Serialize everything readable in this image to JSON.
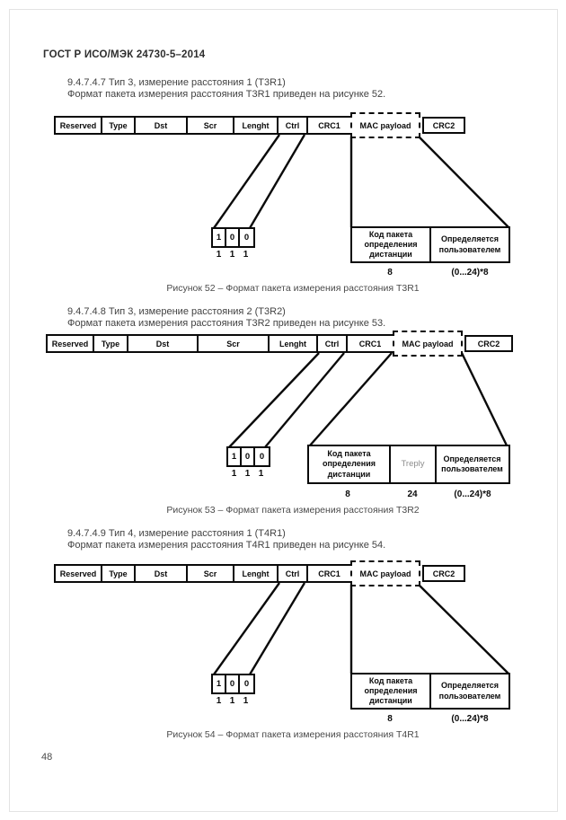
{
  "page": {
    "header": "ГОСТ Р ИСО/МЭК 24730-5–2014",
    "page_number": "48"
  },
  "sections": [
    {
      "heading": "9.4.7.4.7 Тип 3, измерение расстояния 1 (T3R1)",
      "subheading": "Формат пакета измерения расстояния T3R1 приведен на рисунке 52.",
      "fields": [
        "Reserved",
        "Type",
        "Dst",
        "Scr",
        "Lenght",
        "Ctrl",
        "CRC1"
      ],
      "mac_label": "MAC payload",
      "crc2_label": "CRC2",
      "ctrl_bits": [
        "1",
        "0",
        "0"
      ],
      "ctrl_bit_widths": [
        "1",
        "1",
        "1"
      ],
      "payload_cells": [
        "Код пакета определения дистанции",
        "Определяется пользователем"
      ],
      "payload_sizes": [
        "8",
        "(0...24)*8"
      ],
      "caption": "Рисунок 52 – Формат пакета измерения расстояния T3R1"
    },
    {
      "heading": "9.4.7.4.8 Тип 3, измерение расстояния 2 (T3R2)",
      "subheading": "Формат пакета измерения расстояния T3R2 приведен на рисунке 53.",
      "fields": [
        "Reserved",
        "Type",
        "Dst",
        "Scr",
        "Lenght",
        "Ctrl",
        "CRC1"
      ],
      "mac_label": "MAC payload",
      "crc2_label": "CRC2",
      "ctrl_bits": [
        "1",
        "0",
        "0"
      ],
      "ctrl_bit_widths": [
        "1",
        "1",
        "1"
      ],
      "payload_cells": [
        "Код пакета определения дистанции",
        "Treply",
        "Определяется пользователем"
      ],
      "payload_sizes": [
        "8",
        "24",
        "(0...24)*8"
      ],
      "caption": "Рисунок 53 – Формат пакета измерения расстояния T3R2"
    },
    {
      "heading": "9.4.7.4.9 Тип 4, измерение расстояния 1 (T4R1)",
      "subheading": "Формат пакета измерения расстояния T4R1 приведен на рисунке 54.",
      "fields": [
        "Reserved",
        "Type",
        "Dst",
        "Scr",
        "Lenght",
        "Ctrl",
        "CRC1"
      ],
      "mac_label": "MAC payload",
      "crc2_label": "CRC2",
      "ctrl_bits": [
        "1",
        "0",
        "0"
      ],
      "ctrl_bit_widths": [
        "1",
        "1",
        "1"
      ],
      "payload_cells": [
        "Код пакета определения дистанции",
        "Определяется пользователем"
      ],
      "payload_sizes": [
        "8",
        "(0...24)*8"
      ],
      "caption": "Рисунок 54 – Формат пакета измерения расстояния T4R1"
    }
  ]
}
